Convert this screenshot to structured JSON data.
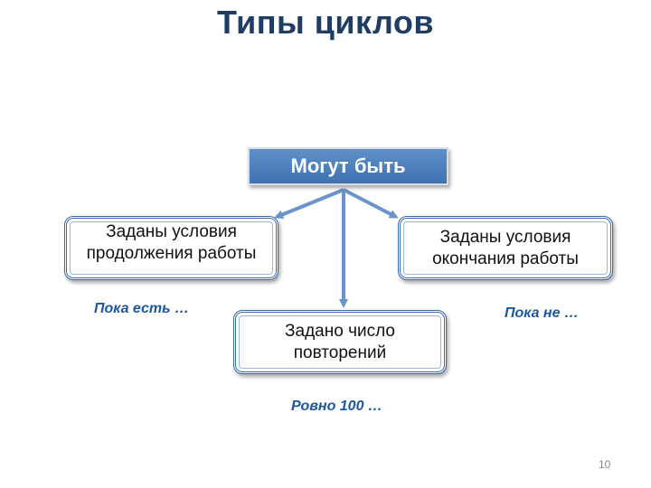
{
  "title": "Типы циклов",
  "top_box": {
    "label": "Могут быть"
  },
  "nodes": {
    "left": {
      "label": "Заданы условия продолжения работы"
    },
    "right": {
      "label": "Заданы условия окончания работы"
    },
    "bottom": {
      "label": "Задано число повторений"
    }
  },
  "hints": {
    "left": "Пока есть …",
    "right": "Пока не …",
    "bottom": "Ровно 100 …"
  },
  "page_number": "10",
  "colors": {
    "title": "#1f3c63",
    "box_fill": "#4f81bd",
    "arrow": "#6b94c9",
    "hint": "#1d57a0"
  }
}
